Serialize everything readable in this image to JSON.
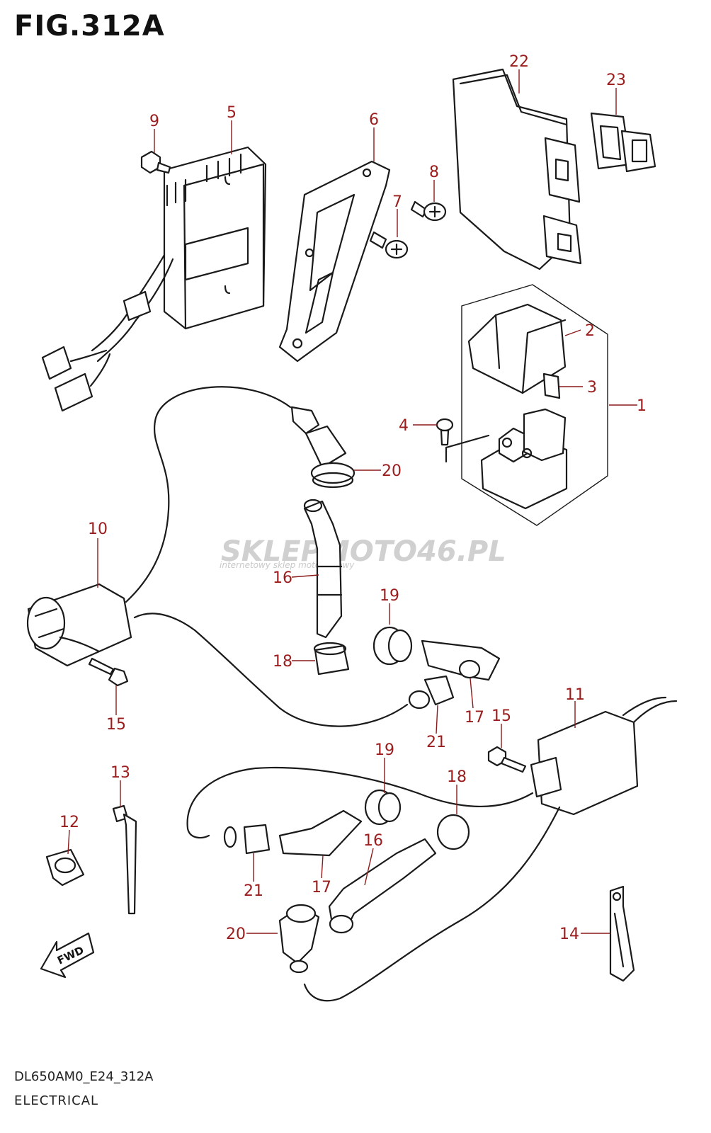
{
  "header": {
    "figure_title": "FIG.312A"
  },
  "footer": {
    "code": "DL650AM0_E24_312A",
    "caption": "ELECTRICAL"
  },
  "watermark": {
    "brand": "SKLEPMOTO46.PL",
    "tagline": "internetowy sklep motocyklowy"
  },
  "fwd_label": "FWD",
  "callouts": [
    {
      "id": "c9",
      "label": "9"
    },
    {
      "id": "c5",
      "label": "5"
    },
    {
      "id": "c6",
      "label": "6"
    },
    {
      "id": "c8",
      "label": "8"
    },
    {
      "id": "c7",
      "label": "7"
    },
    {
      "id": "c22",
      "label": "22"
    },
    {
      "id": "c23",
      "label": "23"
    },
    {
      "id": "c2",
      "label": "2"
    },
    {
      "id": "c3",
      "label": "3"
    },
    {
      "id": "c1",
      "label": "1"
    },
    {
      "id": "c4",
      "label": "4"
    },
    {
      "id": "c20a",
      "label": "20"
    },
    {
      "id": "c10",
      "label": "10"
    },
    {
      "id": "c16a",
      "label": "16"
    },
    {
      "id": "c19a",
      "label": "19"
    },
    {
      "id": "c18a",
      "label": "18"
    },
    {
      "id": "c15a",
      "label": "15"
    },
    {
      "id": "c17a",
      "label": "17"
    },
    {
      "id": "c21a",
      "label": "21"
    },
    {
      "id": "c11",
      "label": "11"
    },
    {
      "id": "c15b",
      "label": "15"
    },
    {
      "id": "c13",
      "label": "13"
    },
    {
      "id": "c19b",
      "label": "19"
    },
    {
      "id": "c18b",
      "label": "18"
    },
    {
      "id": "c12",
      "label": "12"
    },
    {
      "id": "c16b",
      "label": "16"
    },
    {
      "id": "c21b",
      "label": "21"
    },
    {
      "id": "c17b",
      "label": "17"
    },
    {
      "id": "c20b",
      "label": "20"
    },
    {
      "id": "c14",
      "label": "14"
    }
  ],
  "colors": {
    "callout": "#9b1c1c",
    "line": "#1a1a1a",
    "watermark_red": "#d9363e",
    "watermark_grey": "#c9c9c9"
  }
}
